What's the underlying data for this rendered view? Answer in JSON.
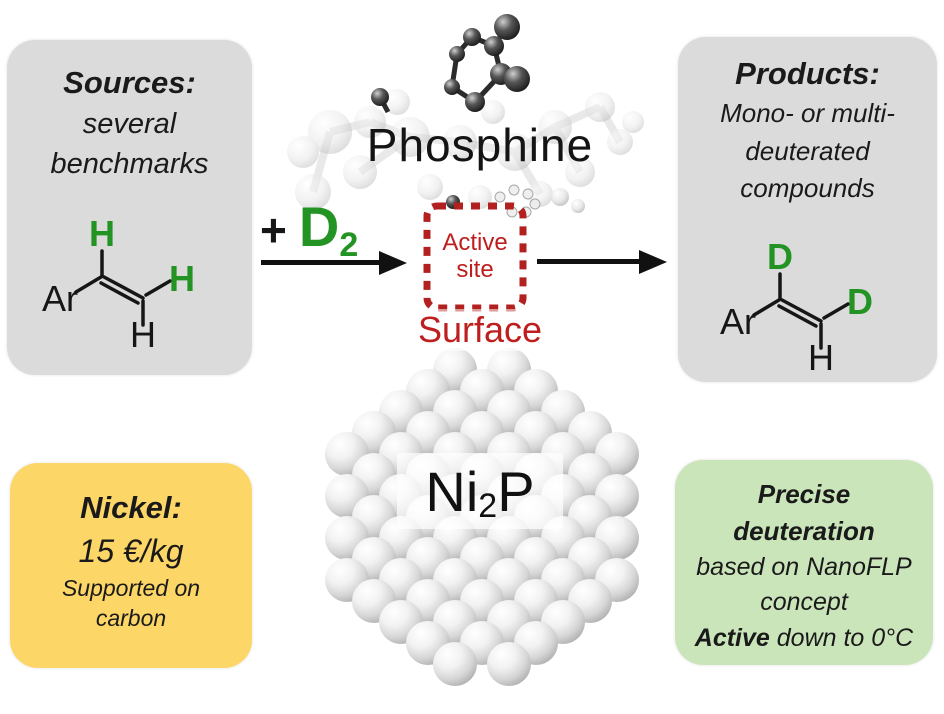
{
  "colors": {
    "box_gray": "#DBDBDB",
    "box_yellow": "#FCD666",
    "box_green": "#CBE5BB",
    "accent_green": "#239423",
    "accent_red": "#BE1E1E",
    "text_black": "#1A1A1A"
  },
  "sources_box": {
    "title": "Sources:",
    "lines": [
      "several",
      "benchmarks"
    ],
    "molecule": {
      "ar_label": "Ar",
      "top_label": "H",
      "right_label": "H",
      "bottom_label": "H"
    }
  },
  "products_box": {
    "title": "Products:",
    "lines": [
      "Mono- or multi-",
      "deuterated",
      "compounds"
    ],
    "molecule": {
      "ar_label": "Ar",
      "top_label": "D",
      "right_label": "D",
      "bottom_label": "H"
    }
  },
  "nickel_box": {
    "title": "Nickel:",
    "price": "15 €/kg",
    "lines": [
      "Supported on",
      "carbon"
    ]
  },
  "deuteration_box": {
    "title_lines": [
      "Precise",
      "deuteration"
    ],
    "lines": [
      "based on NanoFLP",
      "concept"
    ],
    "last_line_bold": "Active",
    "last_line_rest": " down to 0°C"
  },
  "center": {
    "phosphine_label": "Phosphine",
    "plus_sign": "+",
    "d2_main": "D",
    "d2_subscript": "2",
    "active_site_line1": "Active",
    "active_site_line2": "site",
    "surface_label": "Surface",
    "formula_main": "Ni",
    "formula_subscript": "2",
    "formula_tail": "P"
  }
}
